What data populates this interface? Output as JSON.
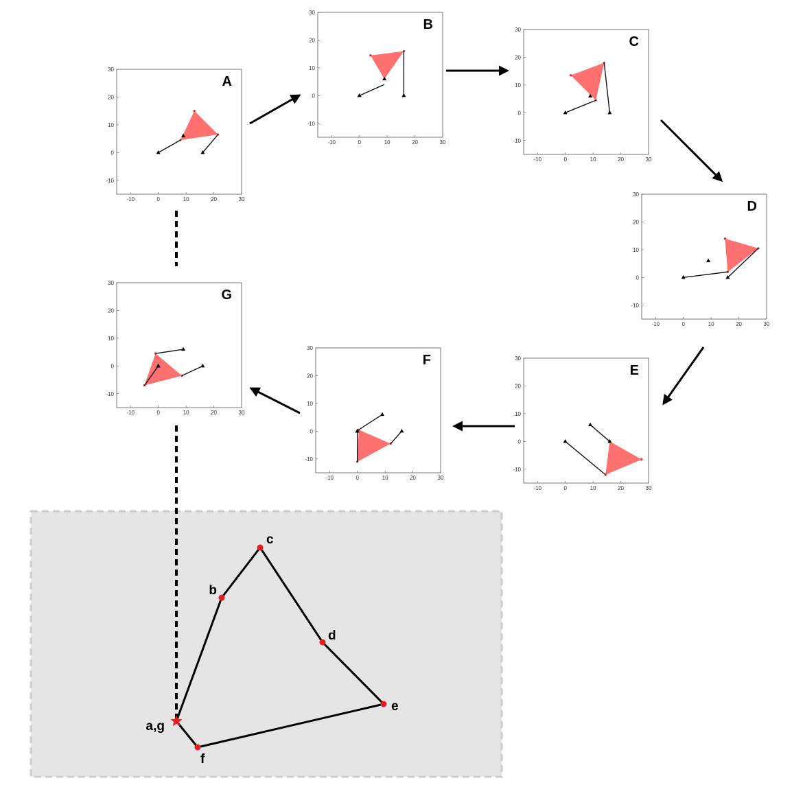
{
  "colors": {
    "triangle": "#ff7070",
    "marker": "#e02020",
    "link": "#000000",
    "panel_bg": "#e5e5e5",
    "panel_border": "#cccccc"
  },
  "axis_ticks": {
    "x": [
      "-10",
      "0",
      "10",
      "20",
      "30"
    ],
    "y": [
      "30",
      "20",
      "10",
      "0",
      "-10"
    ]
  },
  "panels": [
    {
      "id": "A",
      "label": "A",
      "triangle": [
        [
          13,
          15
        ],
        [
          8,
          4.5
        ],
        [
          21.5,
          6.5
        ]
      ],
      "links": [
        [
          [
            0,
            0
          ],
          [
            8,
            4.5
          ]
        ],
        [
          [
            16,
            0
          ],
          [
            21.5,
            6.5
          ]
        ]
      ],
      "markers": [
        [
          9,
          6
        ]
      ]
    },
    {
      "id": "B",
      "label": "B",
      "triangle": [
        [
          4,
          14.5
        ],
        [
          16,
          16
        ],
        [
          9,
          6
        ]
      ],
      "links": [
        [
          [
            0,
            0
          ],
          [
            9,
            4
          ]
        ],
        [
          [
            16,
            0
          ],
          [
            16,
            16
          ]
        ]
      ],
      "markers": [
        [
          9,
          6
        ]
      ]
    },
    {
      "id": "C",
      "label": "C",
      "triangle": [
        [
          2,
          13.5
        ],
        [
          14,
          18
        ],
        [
          11,
          4.5
        ]
      ],
      "links": [
        [
          [
            0,
            0
          ],
          [
            11,
            4.5
          ]
        ],
        [
          [
            16,
            0
          ],
          [
            14,
            18
          ]
        ]
      ],
      "markers": [
        [
          9,
          6
        ]
      ]
    },
    {
      "id": "D",
      "label": "D",
      "triangle": [
        [
          15,
          14
        ],
        [
          27,
          10.5
        ],
        [
          16,
          2
        ]
      ],
      "links": [
        [
          [
            0,
            0
          ],
          [
            16,
            2
          ]
        ],
        [
          [
            16,
            0
          ],
          [
            27,
            10.5
          ]
        ]
      ],
      "markers": [
        [
          9,
          6
        ]
      ]
    },
    {
      "id": "E",
      "label": "E",
      "triangle": [
        [
          16,
          0
        ],
        [
          27.5,
          -6.5
        ],
        [
          14.5,
          -12
        ]
      ],
      "links": [
        [
          [
            0,
            0
          ],
          [
            14.5,
            -12
          ]
        ],
        [
          [
            9,
            6
          ],
          [
            16,
            0
          ]
        ]
      ],
      "markers": [
        [
          16,
          0
        ]
      ]
    },
    {
      "id": "F",
      "label": "F",
      "triangle": [
        [
          0.5,
          0.5
        ],
        [
          12,
          -4.5
        ],
        [
          0,
          -11
        ]
      ],
      "links": [
        [
          [
            0,
            0
          ],
          [
            0,
            -11
          ]
        ],
        [
          [
            9,
            6
          ],
          [
            0.5,
            0.5
          ]
        ],
        [
          [
            16,
            0
          ],
          [
            12,
            -4.5
          ]
        ]
      ],
      "markers": [
        [
          0,
          0
        ]
      ]
    },
    {
      "id": "G",
      "label": "G",
      "triangle": [
        [
          -1,
          4.5
        ],
        [
          8.5,
          -3.5
        ],
        [
          -5,
          -7
        ]
      ],
      "links": [
        [
          [
            9,
            6
          ],
          [
            -1,
            4.5
          ]
        ],
        [
          [
            16,
            0
          ],
          [
            8.5,
            -3.5
          ]
        ],
        [
          [
            0,
            0
          ],
          [
            -5,
            -7
          ]
        ]
      ],
      "markers": [
        [
          0,
          0
        ]
      ]
    }
  ],
  "trajectory": {
    "nodes": [
      {
        "id": "a,g",
        "label": "a,g",
        "shape": "star"
      },
      {
        "id": "b",
        "label": "b",
        "shape": "dot"
      },
      {
        "id": "c",
        "label": "c",
        "shape": "dot"
      },
      {
        "id": "d",
        "label": "d",
        "shape": "dot"
      },
      {
        "id": "e",
        "label": "e",
        "shape": "dot"
      },
      {
        "id": "f",
        "label": "f",
        "shape": "dot"
      }
    ],
    "path_order": [
      "a,g",
      "b",
      "c",
      "d",
      "e",
      "f",
      "a,g"
    ]
  }
}
